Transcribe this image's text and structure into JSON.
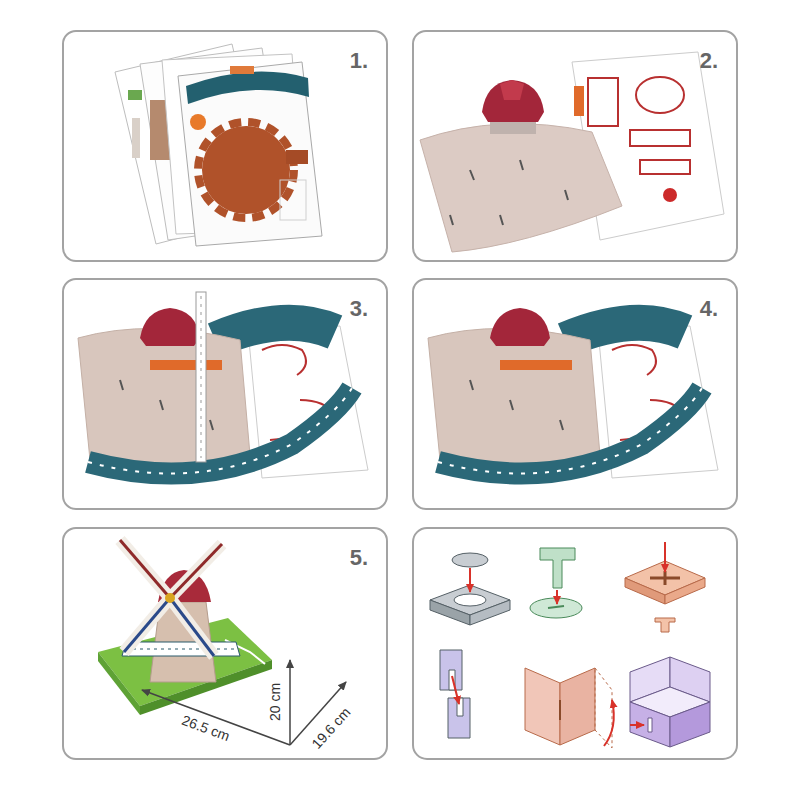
{
  "diagram": {
    "nodes": [
      {
        "text": [
          "1."
        ]
      },
      {
        "text": [
          "2."
        ]
      },
      {
        "text": [
          "3."
        ]
      },
      {
        "text": [
          "4."
        ]
      },
      {
        "text": [
          "5."
        ]
      }
    ],
    "labels": [
      "26.5 cm",
      "20 cm",
      "19.6 cm"
    ]
  }
}
